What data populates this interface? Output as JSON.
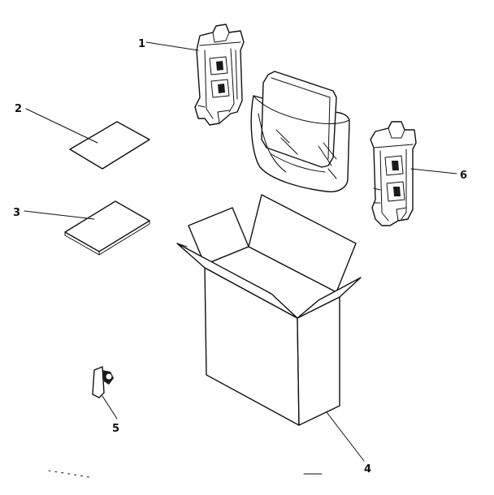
{
  "diagram": {
    "callouts": [
      {
        "id": "1",
        "text": "1"
      },
      {
        "id": "2",
        "text": "2"
      },
      {
        "id": "3",
        "text": "3"
      },
      {
        "id": "4",
        "text": "4"
      },
      {
        "id": "5",
        "text": "5"
      },
      {
        "id": "6",
        "text": "6"
      }
    ],
    "parts": [
      {
        "callout": "1",
        "icon": "foam-packing-block-icon"
      },
      {
        "callout": "2",
        "icon": "instruction-sheet-icon"
      },
      {
        "callout": "3",
        "icon": "booklet-icon"
      },
      {
        "callout": "4",
        "icon": "carton-box-icon"
      },
      {
        "callout": "5",
        "icon": "clip-icon"
      },
      {
        "callout": "6",
        "icon": "foam-packing-block-icon"
      }
    ],
    "ink_color": "#111111",
    "background_color": "#ffffff"
  }
}
